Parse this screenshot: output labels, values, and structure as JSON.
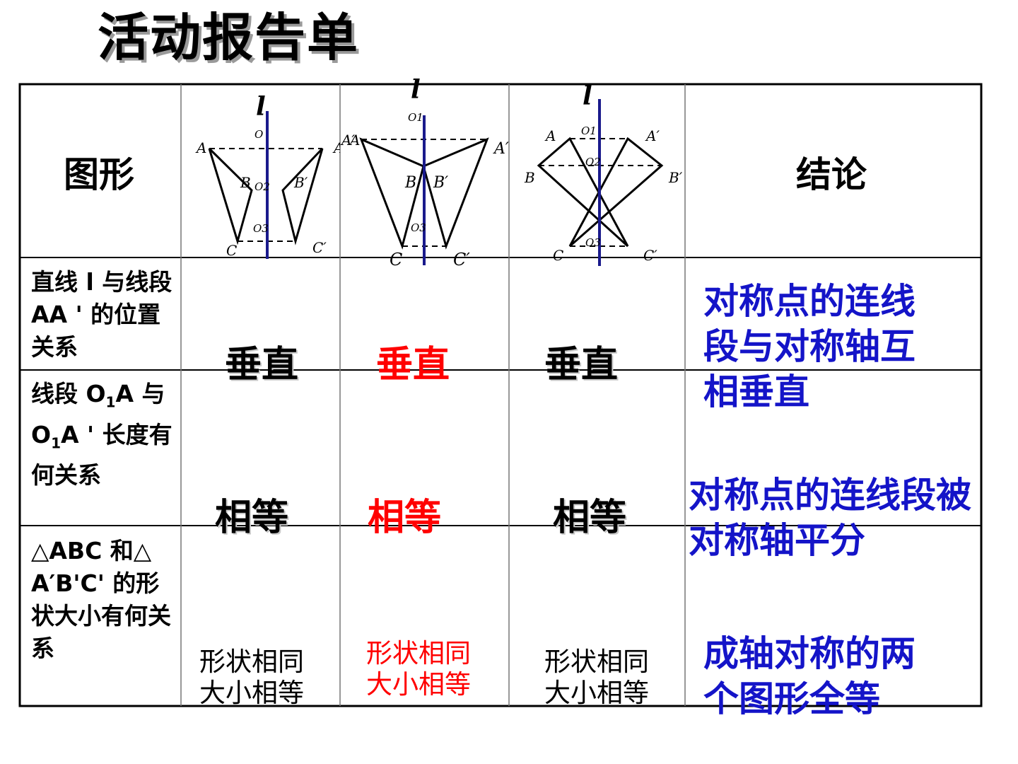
{
  "title": "活动报告单",
  "table": {
    "header_left": "图形",
    "header_right": "结论",
    "rows": [
      {
        "label": "直线 l 与线段 AA ' 的位置关系",
        "values": [
          "垂直",
          "垂直",
          "垂直"
        ],
        "conclusion": "对称点的连线段与对称轴互相垂直"
      },
      {
        "label_parts": [
          "线段 O",
          "1",
          "A 与 O",
          "1",
          "A ' 长度有何关系"
        ],
        "values": [
          "相等",
          "相等",
          "相等"
        ],
        "conclusion": "对称点的连线段被对称轴平分"
      },
      {
        "label": "△ABC 和△ A′B'C' 的形状大小有何关系",
        "values": [
          "形状相同 大小相等",
          "形状相同 大小相等",
          "形状相同 大小相等"
        ],
        "conclusion": "成轴对称的两个图形全等"
      }
    ]
  },
  "figures": {
    "axis": "l",
    "points": {
      "A": "A",
      "A2": "A′",
      "B": "B",
      "B2": "B′",
      "C": "C",
      "C2": "C′",
      "O": "O",
      "O1": "O1",
      "O2": "O2",
      "O3": "O3"
    }
  },
  "colors": {
    "axis_line": "#1a1a8c",
    "highlight": "#ff0000",
    "conclusion": "#1414c8"
  }
}
